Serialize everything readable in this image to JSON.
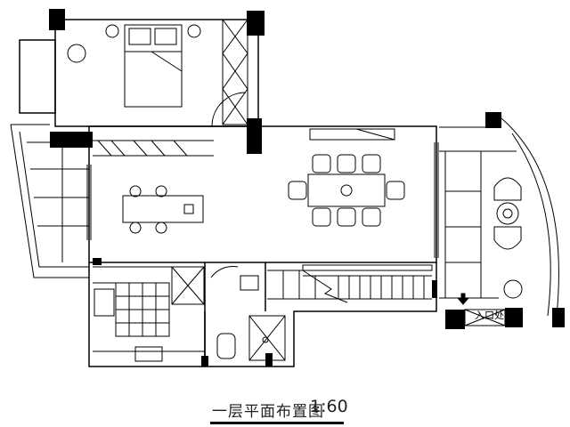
{
  "drawing": {
    "title": "一层平面布置图",
    "scale": "1:60",
    "entry_label": "入口处",
    "entry_icon": "arrow-up-icon"
  }
}
